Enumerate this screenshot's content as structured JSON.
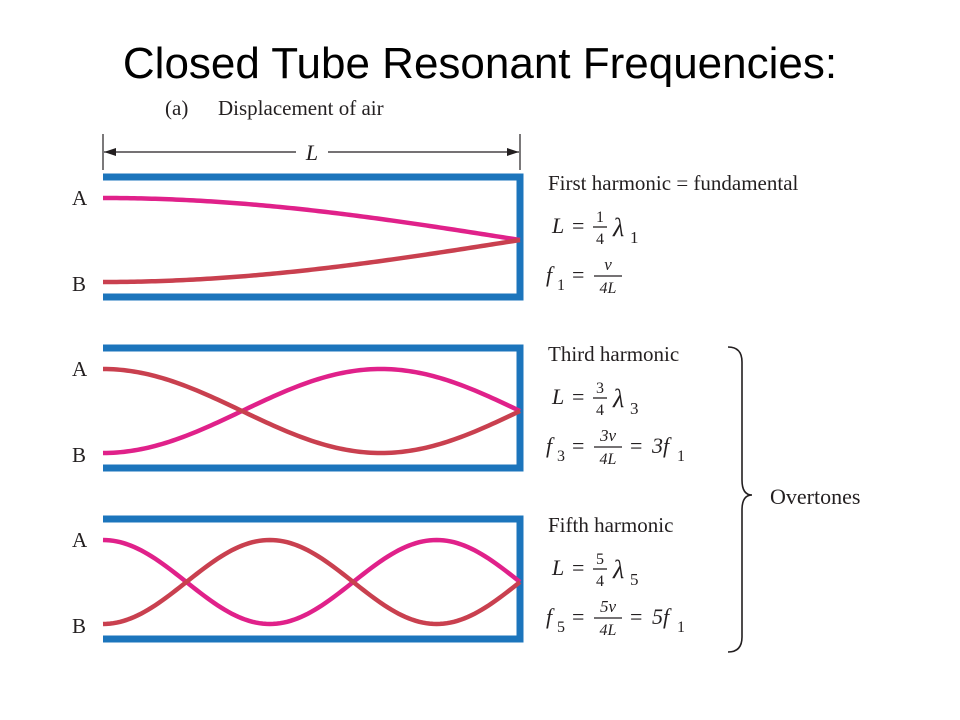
{
  "slide": {
    "title": "Closed Tube Resonant Frequencies:"
  },
  "figure": {
    "panel_label": "(a)",
    "caption": "Displacement of air",
    "dimension_label": "L"
  },
  "colors": {
    "tube": "#1c75bc",
    "wave_a": "#e0218a",
    "wave_b": "#c9404f",
    "text": "#231f20"
  },
  "harmonics": [
    {
      "name": "First harmonic  =  fundamental",
      "harmonic_number": 1,
      "end_a": "A",
      "end_b": "B",
      "length_eq": {
        "lhs": "L",
        "eq": "=",
        "num": "1",
        "den": "4",
        "lambda": "λ",
        "sub": "1"
      },
      "freq_eq": {
        "f": "f",
        "sub": "1",
        "eq": "=",
        "num": "v",
        "den": "4L",
        "tail_eq": "",
        "tail": "",
        "tail_sub": ""
      }
    },
    {
      "name": "Third harmonic",
      "harmonic_number": 3,
      "end_a": "A",
      "end_b": "B",
      "length_eq": {
        "lhs": "L",
        "eq": "=",
        "num": "3",
        "den": "4",
        "lambda": "λ",
        "sub": "3"
      },
      "freq_eq": {
        "f": "f",
        "sub": "3",
        "eq": "=",
        "num": "3v",
        "den": "4L",
        "tail_eq": "=",
        "tail": "3f",
        "tail_sub": "1"
      }
    },
    {
      "name": "Fifth harmonic",
      "harmonic_number": 5,
      "end_a": "A",
      "end_b": "B",
      "length_eq": {
        "lhs": "L",
        "eq": "=",
        "num": "5",
        "den": "4",
        "lambda": "λ",
        "sub": "5"
      },
      "freq_eq": {
        "f": "f",
        "sub": "5",
        "eq": "=",
        "num": "5v",
        "den": "4L",
        "tail_eq": "=",
        "tail": "5f",
        "tail_sub": "1"
      }
    }
  ],
  "overtones_label": "Overtones"
}
